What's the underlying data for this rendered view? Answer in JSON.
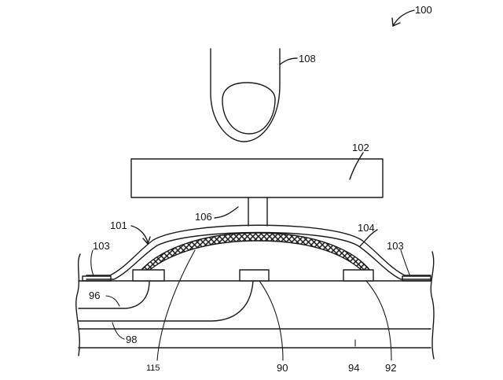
{
  "figure": {
    "labels": {
      "l100": "100",
      "l108": "108",
      "l102": "102",
      "l106": "106",
      "l101": "101",
      "l104": "104",
      "l103a": "103",
      "l103b": "103",
      "l96": "96",
      "l98": "98",
      "l115": "115",
      "l90": "90",
      "l94": "94",
      "l92": "92"
    }
  }
}
